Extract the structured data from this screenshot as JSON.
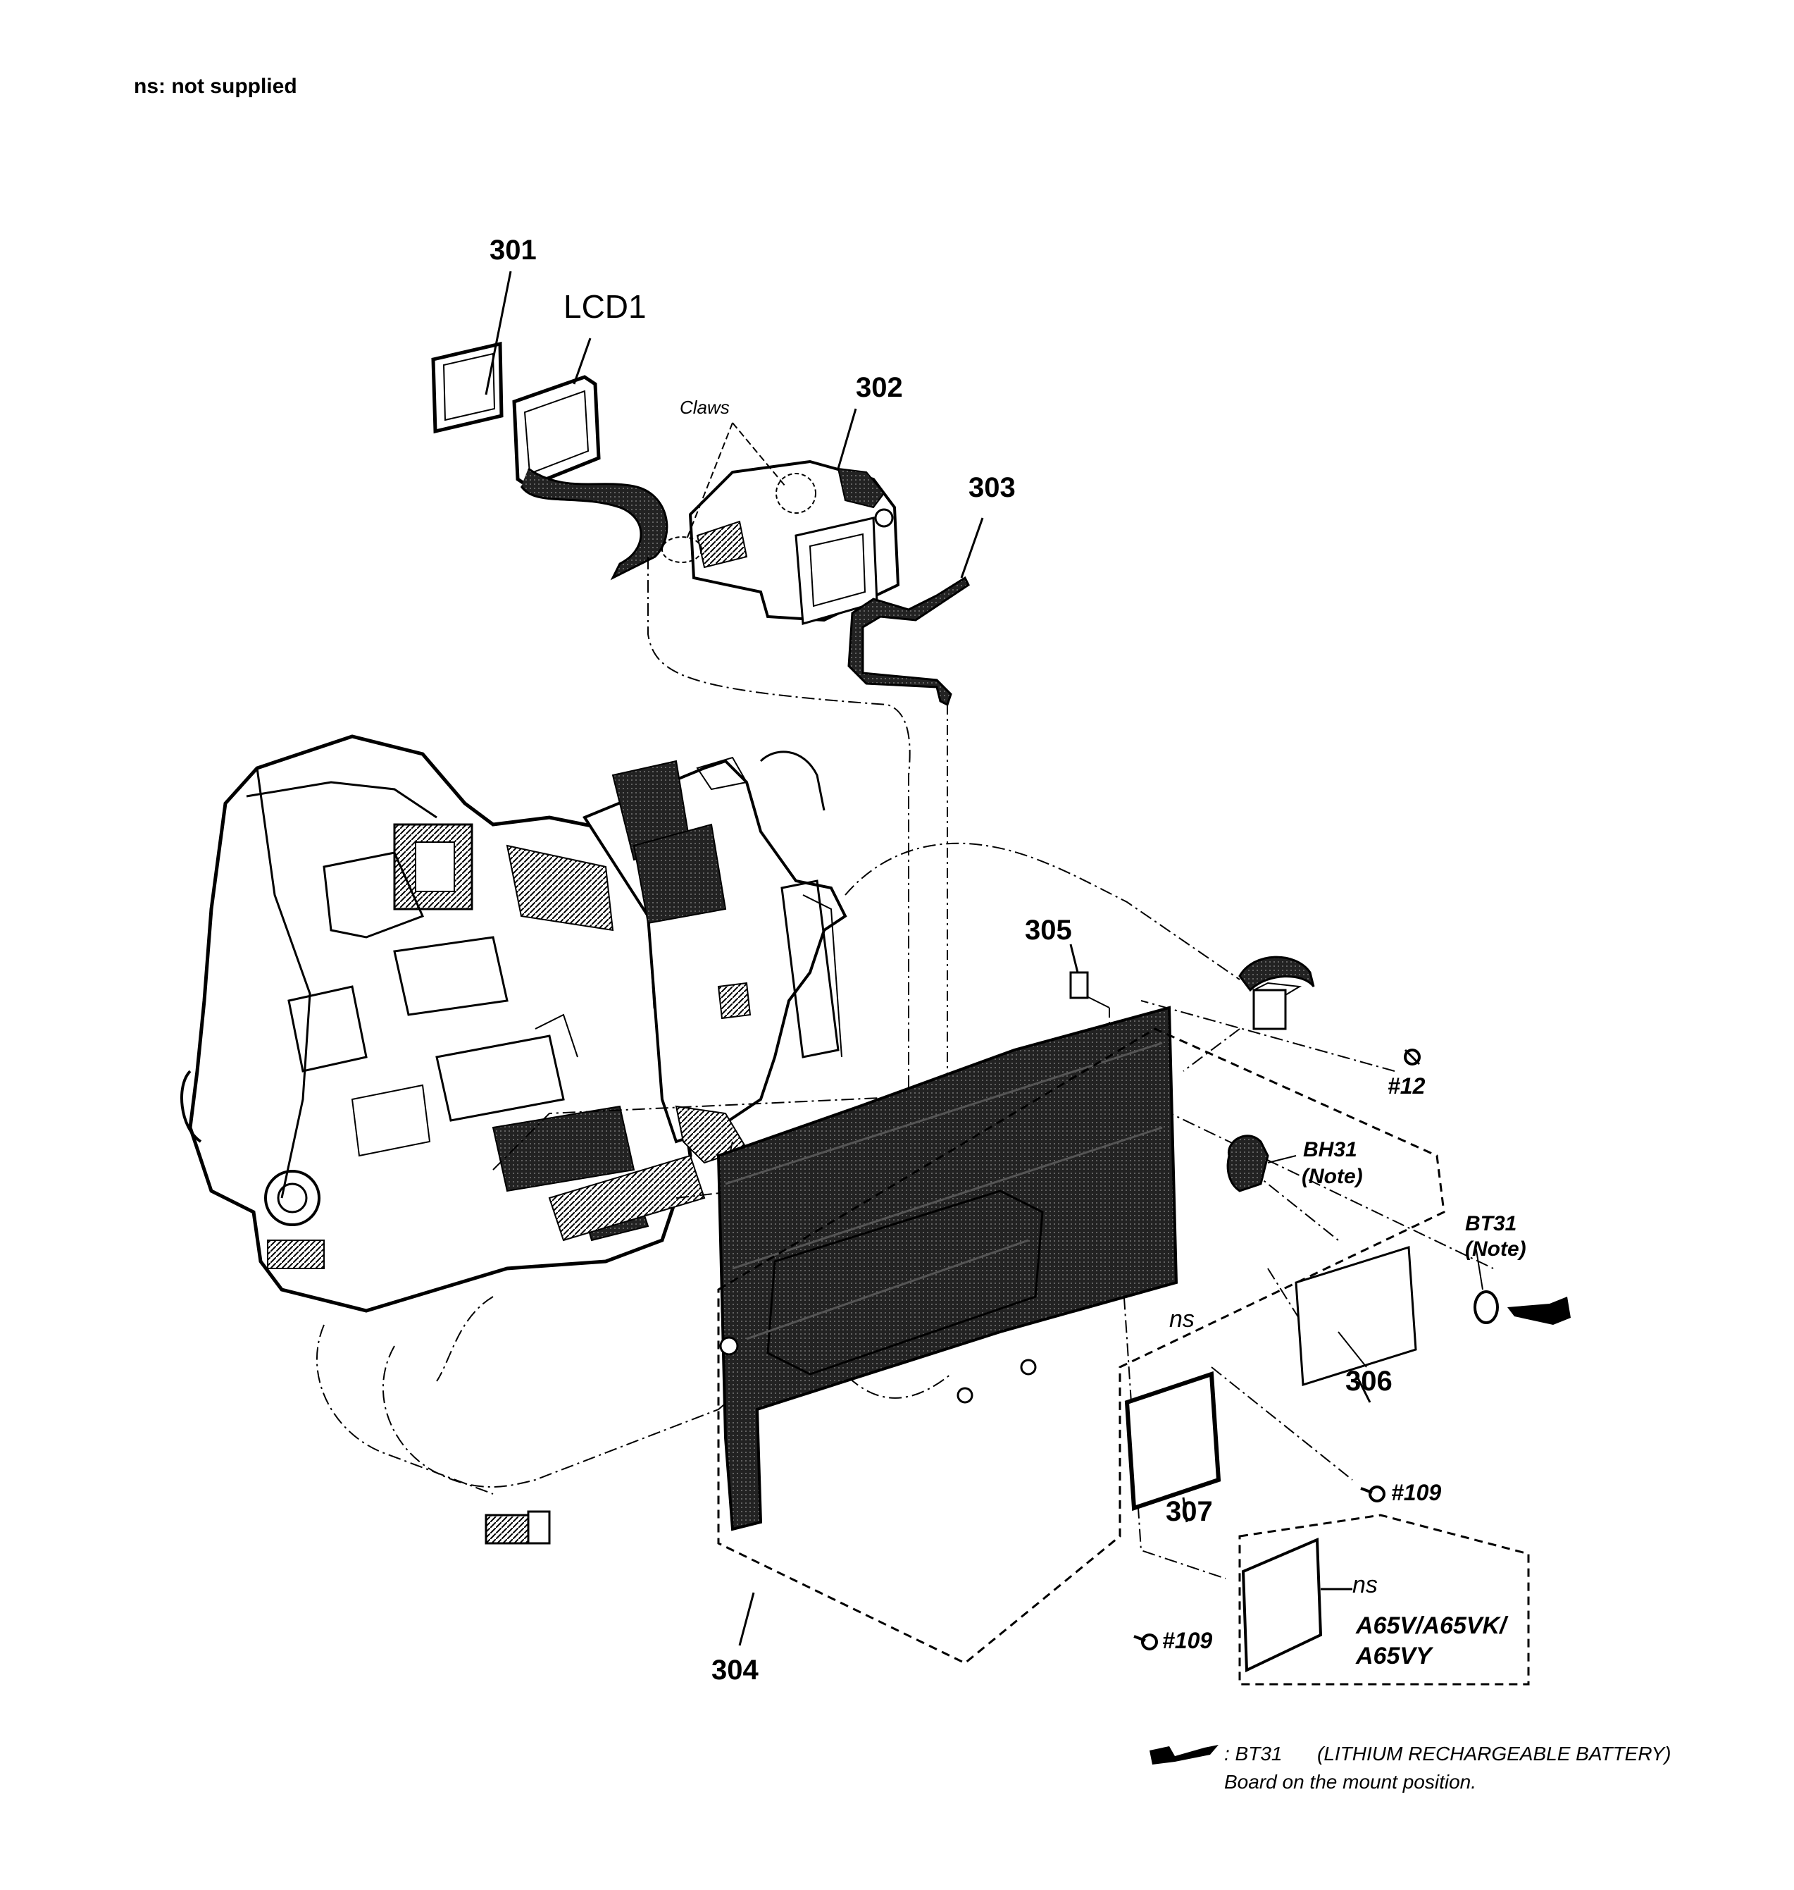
{
  "header": {
    "note": "ns: not supplied"
  },
  "parts": {
    "p301": "301",
    "lcd1": "LCD1",
    "p302": "302",
    "claws": "Claws",
    "p303": "303",
    "p305": "305",
    "s12": "#12",
    "bh31": "BH31",
    "bh31_note": "(Note)",
    "bt31": "BT31",
    "bt31_note": "(Note)",
    "ns_main": "ns",
    "p306": "306",
    "p307": "307",
    "s109_right": "#109",
    "ns_option": "ns",
    "models_line1": "A65V/A65VK/",
    "models_line2": "A65VY",
    "s109_bottom": "#109",
    "p304": "304"
  },
  "legend": {
    "symbol": "solder-iron-icon",
    "part": ": BT31",
    "description": "(LITHIUM RECHARGEABLE BATTERY)",
    "line2": "Board on the mount position."
  }
}
